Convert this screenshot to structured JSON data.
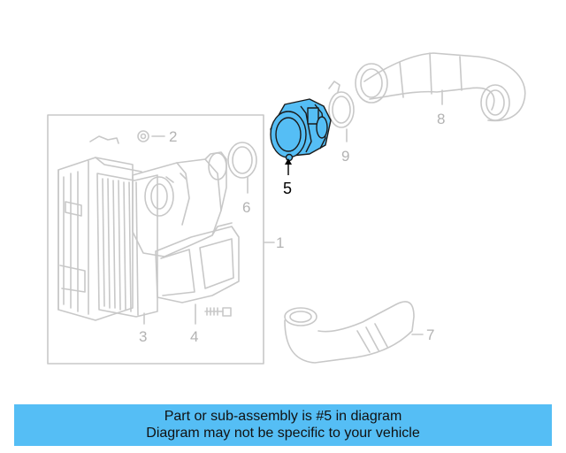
{
  "diagram": {
    "callouts": {
      "c1": "1",
      "c2": "2",
      "c3": "3",
      "c4": "4",
      "c5": "5",
      "c6": "6",
      "c7": "7",
      "c8": "8",
      "c9": "9"
    },
    "highlighted_part": "5",
    "colors": {
      "highlight_fill": "#55bef5",
      "line_art": "#c8c8c8",
      "banner": "#55bef5"
    }
  },
  "banner": {
    "line1": "Part or sub-assembly is #5 in diagram",
    "line2": "Diagram may not be specific to your vehicle"
  }
}
